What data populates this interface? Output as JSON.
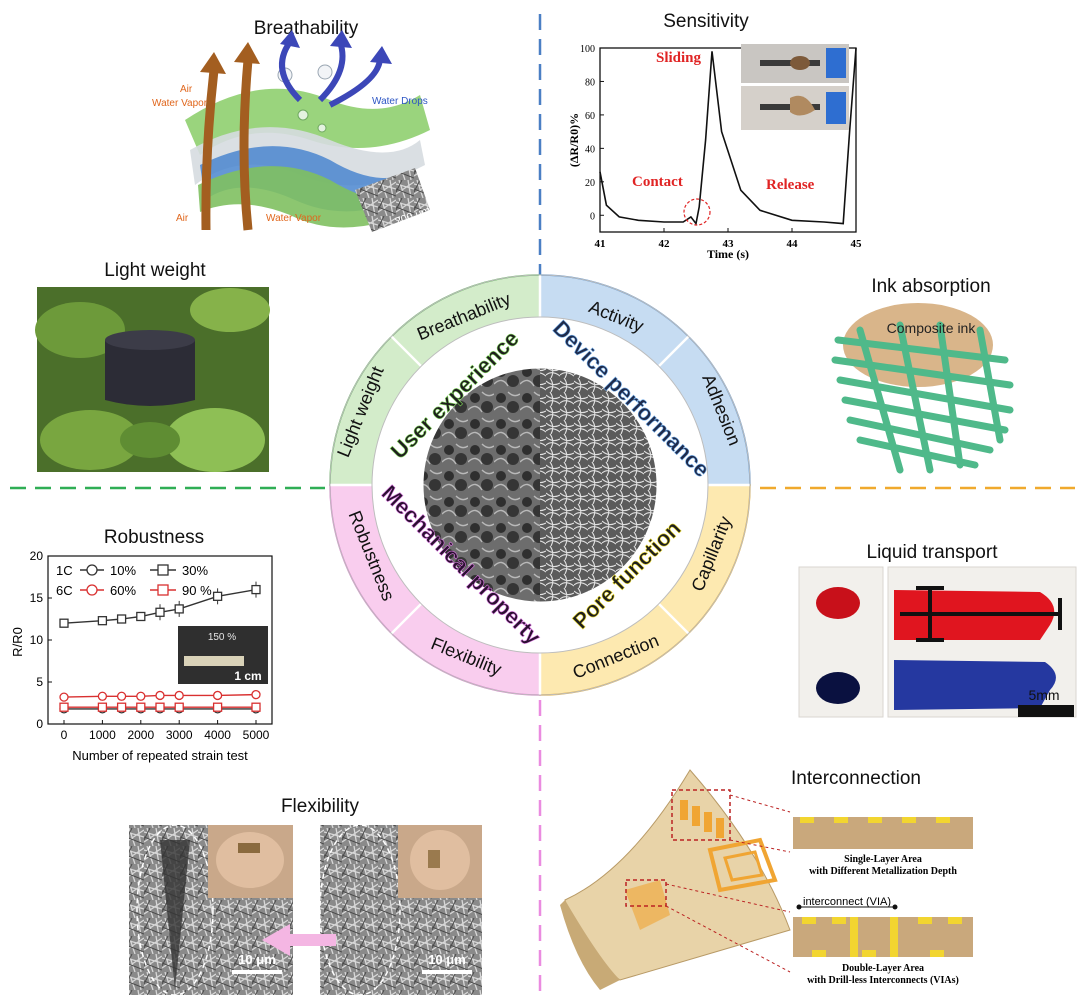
{
  "center": {
    "ring_items": {
      "breathability": "Breathability",
      "activity": "Activity",
      "adhesion": "Adhesion",
      "capillarity": "Capillarity",
      "connection": "Connection",
      "flexibility": "Flexibility",
      "robustness": "Robustness",
      "light_weight": "Light weight"
    },
    "quadrants": {
      "user_experience": "User experience",
      "device_performance": "Device performance",
      "pore_function": "Pore function",
      "mechanical_property": "Mechanical property"
    },
    "colors": {
      "green": "#c9e7bf",
      "blue": "#bcd4ec",
      "yellow": "#fbe6a6",
      "pink": "#f6c3e6"
    }
  },
  "panels": {
    "breathability": {
      "title": "Breathability",
      "labels": {
        "air_top": "Air",
        "water_vapor_top": "Water Vapor",
        "water_drops": "Water Drops",
        "air_bottom": "Air",
        "water_vapor_bottom": "Water Vapor",
        "scale": "200 μm"
      }
    },
    "sensitivity": {
      "title": "Sensitivity",
      "annotations": {
        "sliding": "Sliding",
        "contact": "Contact",
        "release": "Release"
      }
    },
    "light_weight": {
      "title": "Light weight"
    },
    "ink_absorption": {
      "title": "Ink absorption",
      "label": "Composite ink"
    },
    "robustness": {
      "title": "Robustness",
      "inset_label": "150 %",
      "inset_scale": "1 cm"
    },
    "liquid_transport": {
      "title": "Liquid transport",
      "scale": "5mm"
    },
    "flexibility": {
      "title": "Flexibility",
      "scale_left": "10 μm",
      "scale_right": "10 μm"
    },
    "interconnection": {
      "title": "Interconnection",
      "single_layer_line1": "Single-Layer Area",
      "single_layer_line2": "with Different Metallization Depth",
      "via_label": "interconnect (VIA)",
      "double_layer_line1": "Double-Layer Area",
      "double_layer_line2": "with Drill-less Interconnects (VIAs)"
    }
  },
  "chart_data": [
    {
      "type": "line",
      "title": "",
      "xlabel": "Time (s)",
      "ylabel": "(ΔR/R0)%",
      "xlim": [
        41,
        45
      ],
      "ylim": [
        -10,
        100
      ],
      "xticks": [
        "41",
        "42",
        "43",
        "44",
        "45"
      ],
      "yticks": [
        "0",
        "20",
        "40",
        "60",
        "80",
        "100"
      ],
      "series": [
        {
          "x": [
            41.0,
            41.1,
            41.3,
            41.6,
            42.0,
            42.3,
            42.42,
            42.5,
            42.55,
            42.65,
            42.75,
            42.9,
            43.2,
            43.5,
            44.0,
            44.5,
            44.8,
            44.9,
            45.0
          ],
          "y": [
            26,
            6,
            -1,
            -3,
            -4,
            -4,
            -1,
            -5,
            5,
            45,
            98,
            50,
            15,
            3,
            -3,
            -4,
            -5,
            50,
            100
          ]
        }
      ]
    },
    {
      "type": "line",
      "title": "",
      "xlabel": "Number of repeated strain test",
      "ylabel": "R/R0",
      "xlim": [
        0,
        5000
      ],
      "ylim": [
        0,
        20
      ],
      "xticks": [
        "0",
        "1000",
        "2000",
        "3000",
        "4000",
        "5000"
      ],
      "yticks": [
        "0",
        "5",
        "10",
        "15",
        "20"
      ],
      "legend_position": "top-left",
      "series": [
        {
          "name": "1C 10%",
          "color": "#333333",
          "x": [
            0,
            1000,
            1500,
            2000,
            2500,
            3000,
            4000,
            5000
          ],
          "y": [
            1.8,
            1.8,
            1.8,
            1.8,
            1.8,
            1.8,
            1.8,
            1.8
          ]
        },
        {
          "name": "30%",
          "color": "#333333",
          "x": [
            0,
            1000,
            1500,
            2000,
            2500,
            3000,
            4000,
            5000
          ],
          "y": [
            12.0,
            12.3,
            12.5,
            12.8,
            13.3,
            13.7,
            15.2,
            16.0
          ]
        },
        {
          "name": "6C 60%",
          "color": "#d93030",
          "x": [
            0,
            1000,
            1500,
            2000,
            2500,
            3000,
            4000,
            5000
          ],
          "y": [
            3.2,
            3.3,
            3.3,
            3.3,
            3.4,
            3.4,
            3.4,
            3.5
          ]
        },
        {
          "name": "90 %",
          "color": "#d93030",
          "x": [
            0,
            1000,
            1500,
            2000,
            2500,
            3000,
            4000,
            5000
          ],
          "y": [
            2.0,
            2.0,
            2.0,
            2.0,
            2.0,
            2.0,
            2.0,
            2.0
          ]
        }
      ],
      "legend": [
        {
          "group": "1C",
          "label": "10%"
        },
        {
          "group": "",
          "label": "30%"
        },
        {
          "group": "6C",
          "label": "60%"
        },
        {
          "group": "",
          "label": "90 %"
        }
      ]
    }
  ]
}
